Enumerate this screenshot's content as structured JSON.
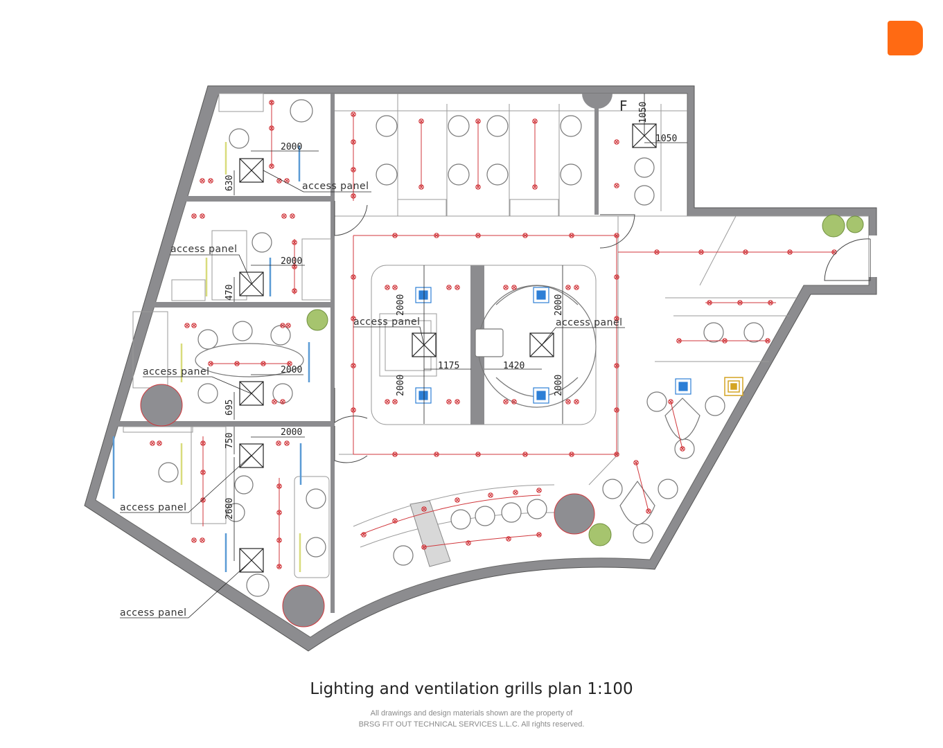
{
  "brand": {
    "accent": "#ff6a13"
  },
  "drawing": {
    "title": "Lighting and ventilation grills plan 1:100",
    "copyright_line1": "All drawings and design materials shown are the property of",
    "copyright_line2": "BRSG FIT OUT TECHNICAL SERVICES L.L.C. All rights reserved."
  },
  "labels": {
    "access_panel": "access panel",
    "fire": "F"
  },
  "dimensions": {
    "d2000": "2000",
    "d630": "630",
    "d470": "470",
    "d695": "695",
    "d750": "750",
    "d2600": "2600",
    "d1050": "1050",
    "d1175": "1175",
    "d1420": "1420"
  },
  "colors": {
    "wall": "#8c8c8f",
    "light_fixture": "#d0363b",
    "supply_grill": "#2d7fd6",
    "exhaust_grill": "#d4a422",
    "plant": "#8fb05a",
    "column": "#8e8e92"
  },
  "icons": [
    "brand-logo-icon",
    "ceiling-light-icon",
    "supply-grill-icon",
    "exhaust-grill-icon",
    "access-panel-icon",
    "plant-icon",
    "door-swing-icon"
  ]
}
